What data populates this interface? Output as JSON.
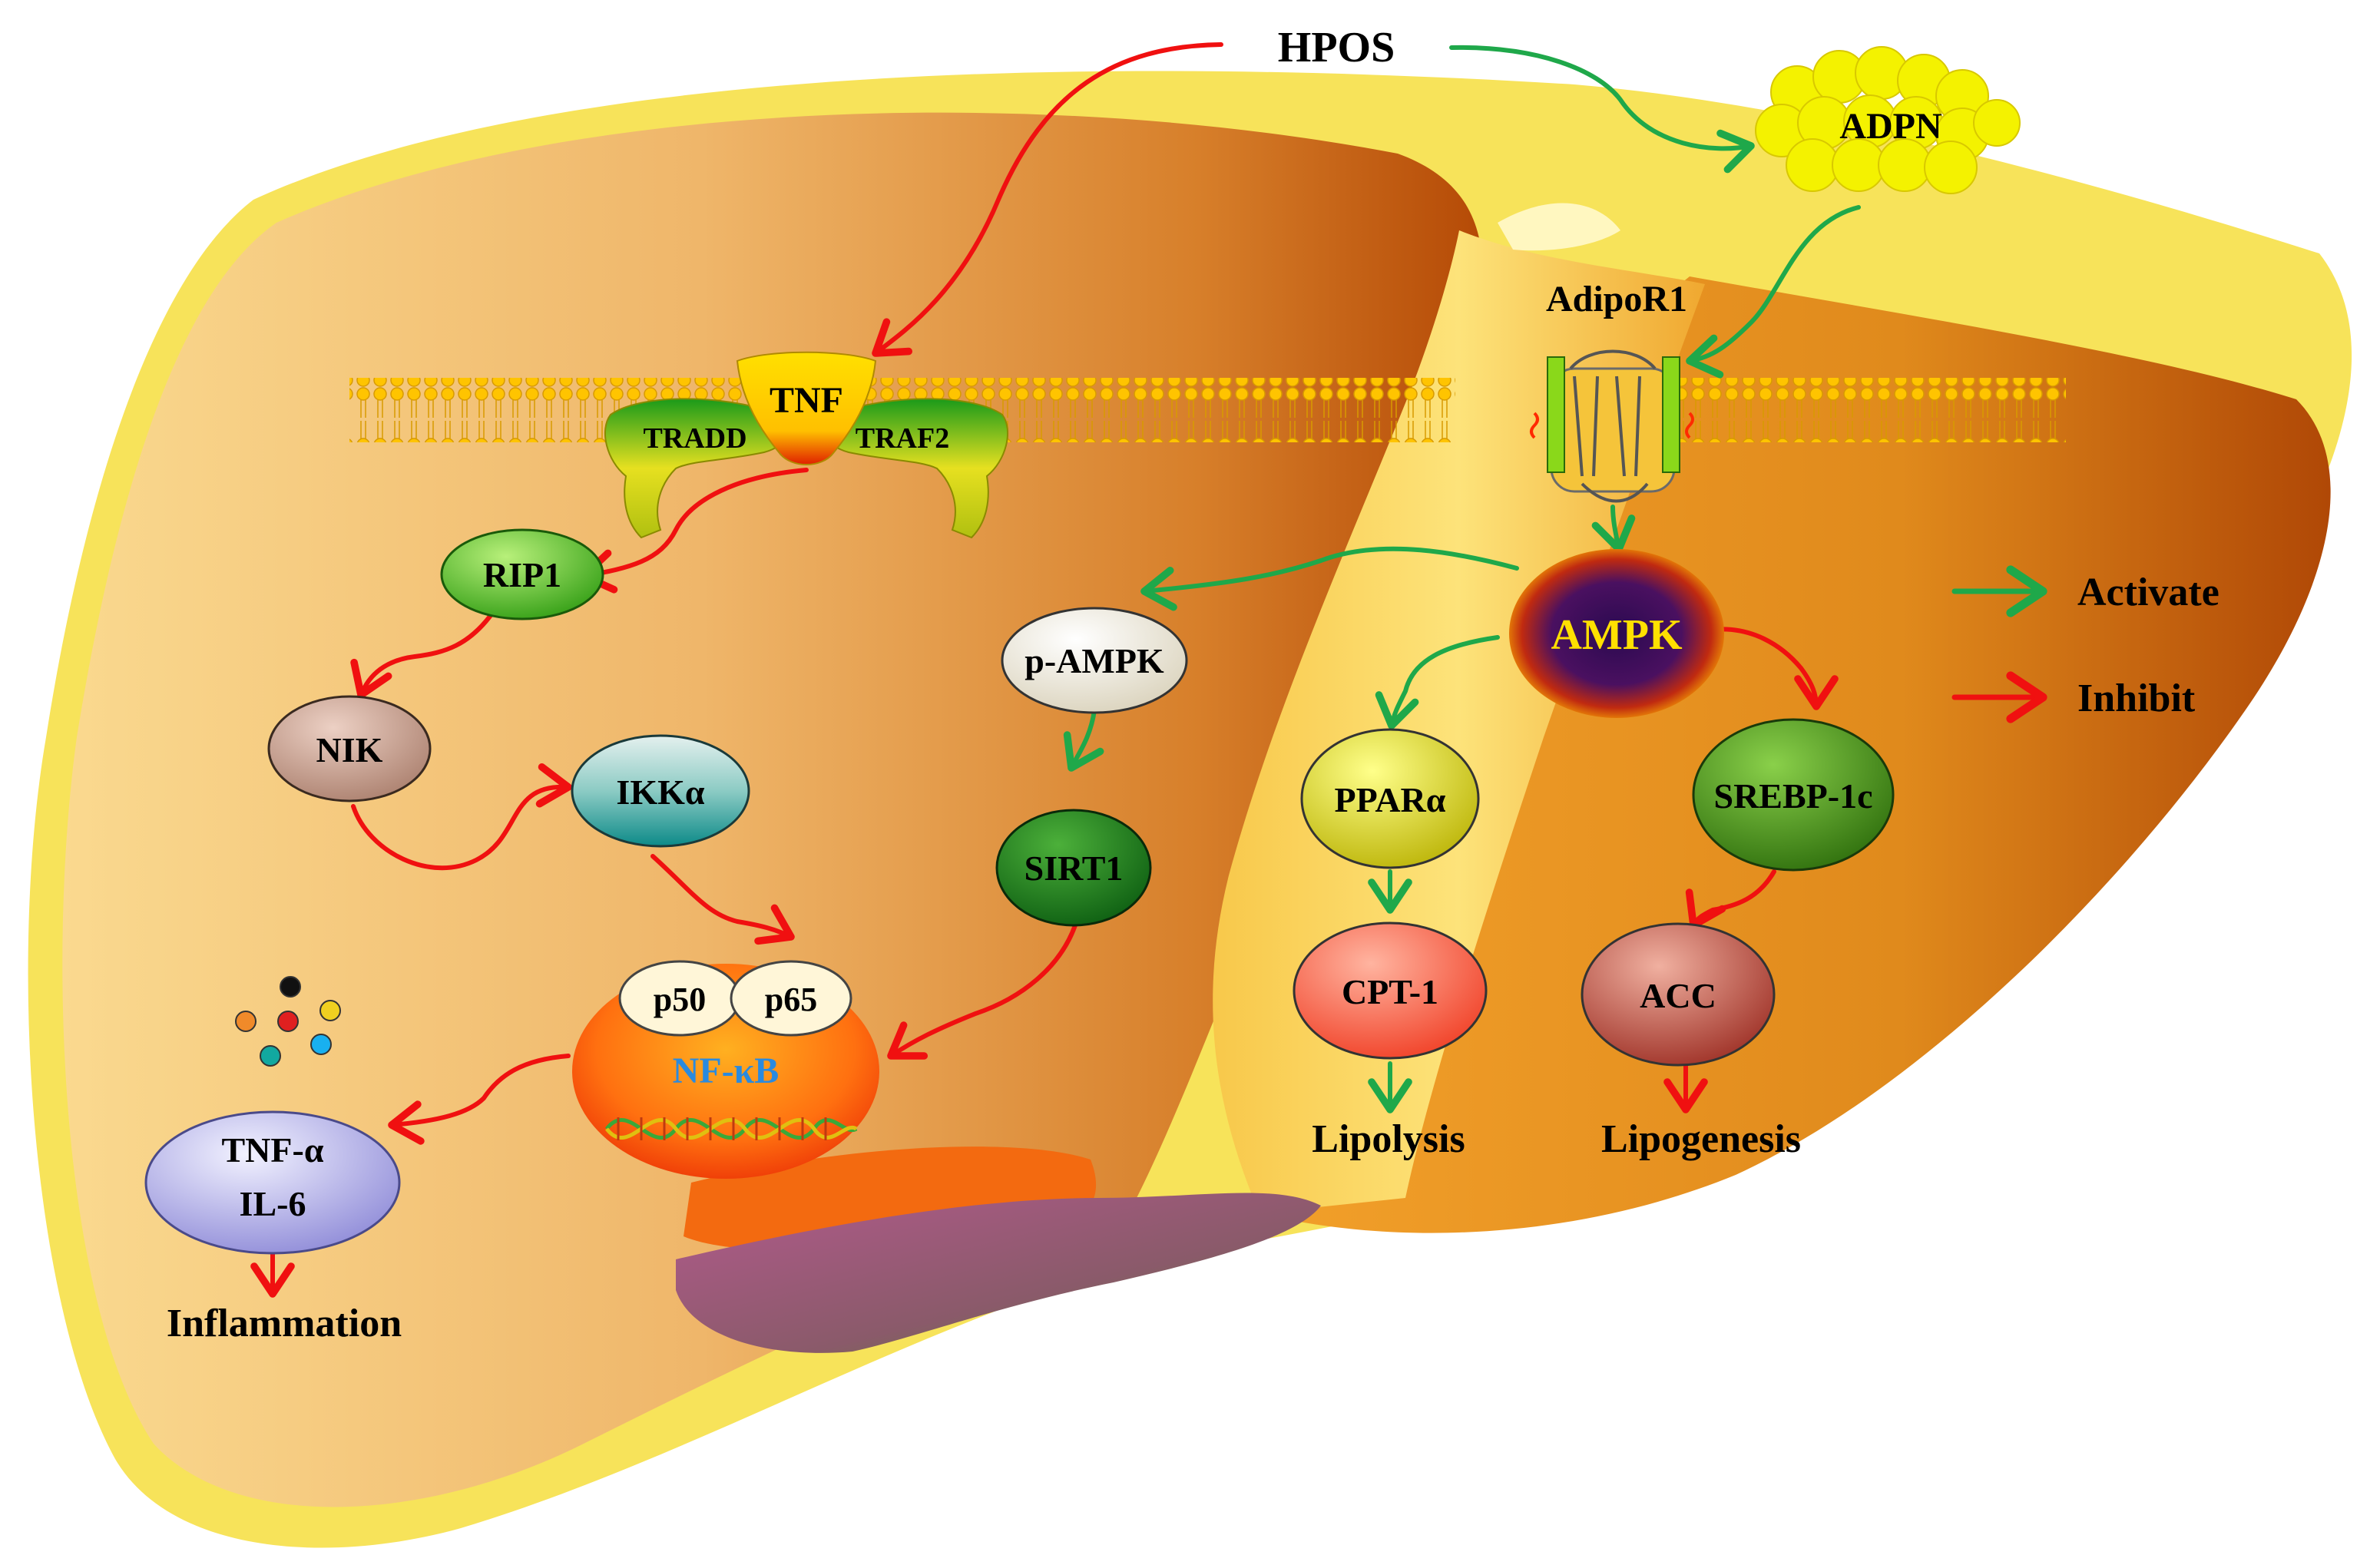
{
  "colors": {
    "activate": "#1fa84a",
    "inhibit": "#f01010",
    "liver_light": "#f7d48a",
    "liver_dark": "#b54a06",
    "fat_yellow": "#f2ef00",
    "membrane": "#f0b400"
  },
  "labels": {
    "hpos": "HPOS",
    "adpn": "ADPN",
    "adipor1": "AdipoR1",
    "tnf": "TNF",
    "tradd": "TRADD",
    "traf2": "TRAF2",
    "rip1": "RIP1",
    "nik": "NIK",
    "ikka": "IKKα",
    "p50": "p50",
    "p65": "p65",
    "nfkb": "NF-κB",
    "tnfa": "TNF-α",
    "il6": "IL-6",
    "inflammation": "Inflammation",
    "pampk": "p-AMPK",
    "sirt1": "SIRT1",
    "ampk": "AMPK",
    "ppara": "PPARα",
    "cpt1": "CPT-1",
    "lipolysis": "Lipolysis",
    "srebp1c": "SREBP-1c",
    "acc": "ACC",
    "lipogenesis": "Lipogenesis"
  },
  "legend": {
    "activate": "Activate",
    "inhibit": "Inhibit"
  },
  "icons": {
    "cytokine_dots": "cytokine-dots-icon",
    "dna": "dna-helix-icon",
    "receptor": "adipor1-receptor-icon"
  }
}
